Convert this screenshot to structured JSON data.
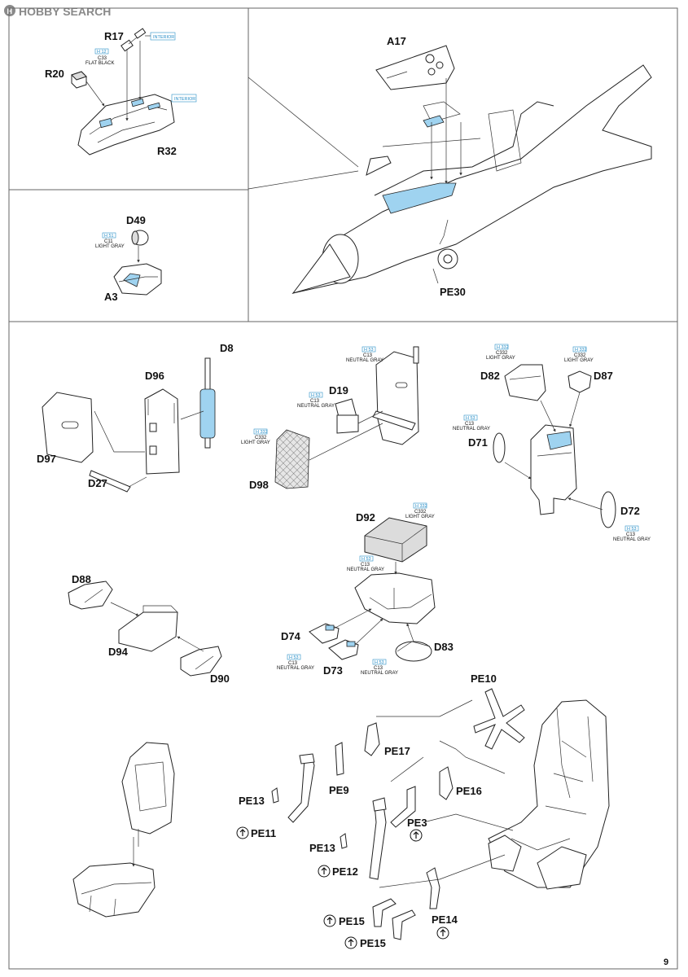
{
  "header": {
    "logo_text": "HOBBY SEARCH"
  },
  "page_number": "9",
  "colors": {
    "accent_blue": "#9fd3f0",
    "callout_blue": "#2a8fc8",
    "frame": "#666666"
  },
  "callouts": {
    "c_r17_interior": "INTERIOR",
    "c_r32_interior": "INTERIOR",
    "c_r20": {
      "h": "H 12",
      "c": "C33",
      "name": "FLAT BLACK"
    },
    "c_d49": {
      "h": "H 51",
      "c": "C11",
      "name": "LIGHT GRAY"
    },
    "c_d98": {
      "h": "H 332",
      "c": "C332",
      "name": "LIGHT GRAY"
    },
    "c_d19": {
      "h": "H 53",
      "c": "C13",
      "name": "NEUTRAL GRAY"
    },
    "c_seatback": {
      "h": "H 53",
      "c": "C13",
      "name": "NEUTRAL GRAY"
    },
    "c_d82": {
      "h": "H 332",
      "c": "C332",
      "name": "LIGHT GRAY"
    },
    "c_d87": {
      "h": "H 332",
      "c": "C332",
      "name": "LIGHT GRAY"
    },
    "c_d71": {
      "h": "H 53",
      "c": "C13",
      "name": "NEUTRAL GRAY"
    },
    "c_d72": {
      "h": "H 53",
      "c": "C13",
      "name": "NEUTRAL GRAY"
    },
    "c_d92": {
      "h": "H 332",
      "c": "C332",
      "name": "LIGHT GRAY"
    },
    "c_d83tub": {
      "h": "H 53",
      "c": "C13",
      "name": "NEUTRAL GRAY"
    },
    "c_d74": {
      "h": "H 53",
      "c": "C13",
      "name": "NEUTRAL GRAY"
    },
    "c_d83": {
      "h": "H 53",
      "c": "C13",
      "name": "NEUTRAL GRAY"
    }
  },
  "parts": {
    "r17": "R17",
    "r20": "R20",
    "r32": "R32",
    "d49": "D49",
    "a3": "A3",
    "a17": "A17",
    "pe30": "PE30",
    "d8": "D8",
    "d96": "D96",
    "d97": "D97",
    "d27": "D27",
    "d19": "D19",
    "d98": "D98",
    "d82": "D82",
    "d87": "D87",
    "d71": "D71",
    "d72": "D72",
    "d92": "D92",
    "d88": "D88",
    "d94": "D94",
    "d90": "D90",
    "d74": "D74",
    "d73": "D73",
    "d83": "D83",
    "pe10": "PE10",
    "pe17": "PE17",
    "pe13a": "PE13",
    "pe9": "PE9",
    "pe11": "PE11",
    "pe16": "PE16",
    "pe3": "PE3",
    "pe13b": "PE13",
    "pe12": "PE12",
    "pe15a": "PE15",
    "pe14": "PE14",
    "pe15b": "PE15"
  }
}
